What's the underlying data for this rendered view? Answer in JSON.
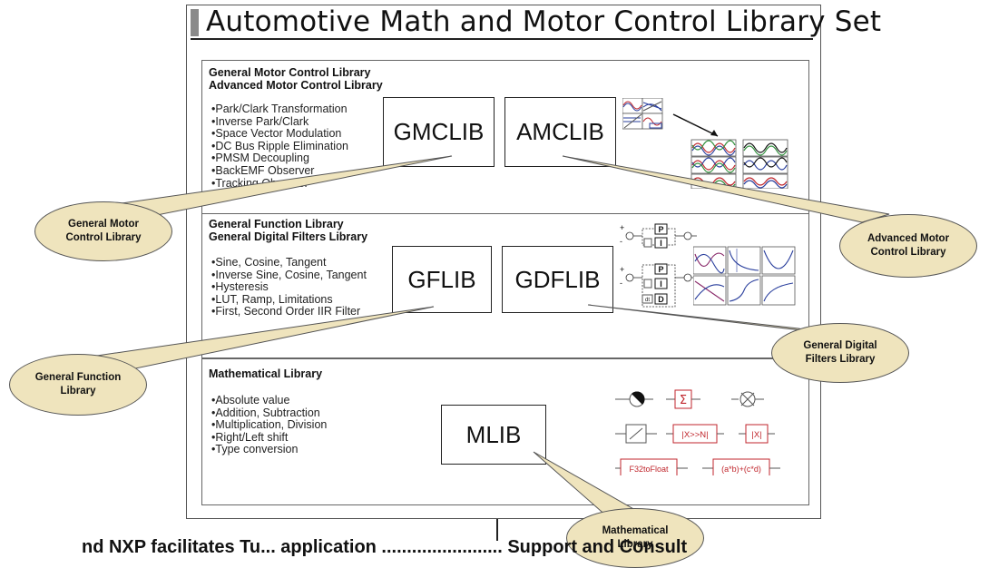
{
  "title": "Automotive Math and Motor Control Library Set",
  "sections": {
    "motor": {
      "headers": [
        "General Motor Control Library",
        "Advanced Motor Control Library"
      ],
      "bullets": [
        "Park/Clark Transformation",
        "Inverse Park/Clark",
        "Space Vector Modulation",
        "DC Bus Ripple Elimination",
        "PMSM Decoupling",
        "BackEMF Observer",
        "Tracking Observer"
      ]
    },
    "function": {
      "headers": [
        "General Function Library",
        "General Digital Filters Library"
      ],
      "bullets": [
        "Sine, Cosine, Tangent",
        "Inverse Sine, Cosine, Tangent",
        "Hysteresis",
        "LUT, Ramp, Limitations",
        "First, Second Order IIR Filter"
      ]
    },
    "math": {
      "headers": [
        "Mathematical Library"
      ],
      "bullets": [
        "Absolute value",
        "Addition, Subtraction",
        "Multiplication, Division",
        "Right/Left shift",
        "Type conversion"
      ]
    }
  },
  "boxes": {
    "gmclib": "GMCLIB",
    "amclib": "AMCLIB",
    "gflib": "GFLIB",
    "gdflib": "GDFLIB",
    "mlib": "MLIB"
  },
  "callouts": {
    "gmc": [
      "General Motor",
      "Control Library"
    ],
    "amc": [
      "Advanced Motor",
      "Control Library"
    ],
    "gf": [
      "General Function",
      "Library"
    ],
    "gdf": [
      "General Digital",
      "Filters Library"
    ],
    "ml": [
      "Mathematical",
      "Library"
    ]
  },
  "func_blocks": {
    "sum": "Σ",
    "shift": "|X>>N|",
    "abs": "|X|",
    "convert": "F32toFloat",
    "mac": "(a*b)+(c*d)"
  },
  "pid_labels": {
    "p": "P",
    "i": "I",
    "d": "D",
    "dt": "dt",
    "plus": "+",
    "minus": "-"
  },
  "footer_text": "nd NXP facilitates Tu... application ........................ Support and Consult",
  "colors": {
    "callout_fill": "#efe4bd",
    "callout_stroke": "#555555",
    "accent_red": "#c0262c"
  }
}
